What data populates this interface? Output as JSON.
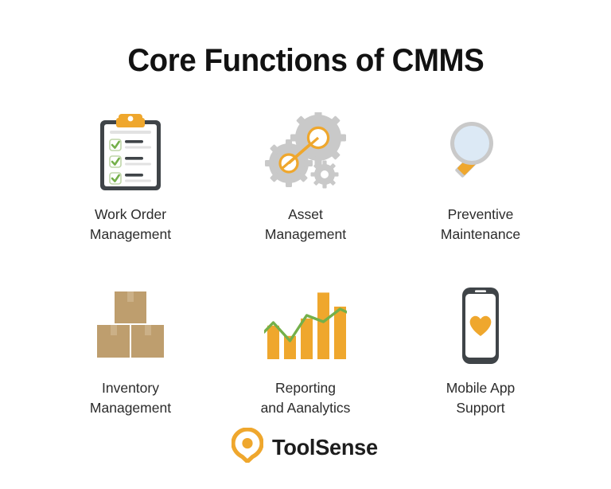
{
  "title": "Core Functions of CMMS",
  "colors": {
    "orange": "#EFA72D",
    "orange_dark": "#E8991F",
    "gray_gear": "#C9C9C9",
    "gray_dark": "#3F4448",
    "green": "#74B04A",
    "box_tan": "#BE9E6E",
    "box_tape": "#CBB087",
    "lens_blue": "#DCE9F5",
    "text": "#2b2b2b",
    "background": "#FFFFFF"
  },
  "items": [
    {
      "icon": "clipboard-checklist-icon",
      "label": "Work Order\nManagement",
      "label_line1": "Work Order",
      "label_line2": "Management"
    },
    {
      "icon": "gears-belt-icon",
      "label": "Asset\nManagement",
      "label_line1": "Asset",
      "label_line2": "Management"
    },
    {
      "icon": "magnifying-glass-icon",
      "label": "Preventive\nMaintenance",
      "label_line1": "Preventive",
      "label_line2": "Maintenance"
    },
    {
      "icon": "stacked-boxes-icon",
      "label": "Inventory\nManagement",
      "label_line1": "Inventory",
      "label_line2": "Management"
    },
    {
      "icon": "bar-chart-trendline-icon",
      "label": "Reporting\nand Aanalytics",
      "label_line1": "Reporting",
      "label_line2": "and Aanalytics"
    },
    {
      "icon": "mobile-phone-heart-icon",
      "label": "Mobile App\nSupport",
      "label_line1": "Mobile App",
      "label_line2": "Support"
    }
  ],
  "chart_icon_data": {
    "type": "bar",
    "title": "Reporting and Aanalytics",
    "categories": [
      "1",
      "2",
      "3",
      "4",
      "5"
    ],
    "values": [
      48,
      33,
      58,
      95,
      75
    ],
    "ylim": [
      0,
      100
    ],
    "series": [
      {
        "name": "bars",
        "values": [
          48,
          33,
          58,
          95,
          75
        ]
      },
      {
        "name": "trendline",
        "values": [
          38,
          52,
          26,
          62,
          55,
          74,
          70
        ]
      }
    ],
    "xlabel": "",
    "ylabel": "",
    "grid": false,
    "legend": "none"
  },
  "logo": {
    "mark": "toolsense-pin-icon",
    "text": "ToolSense"
  }
}
